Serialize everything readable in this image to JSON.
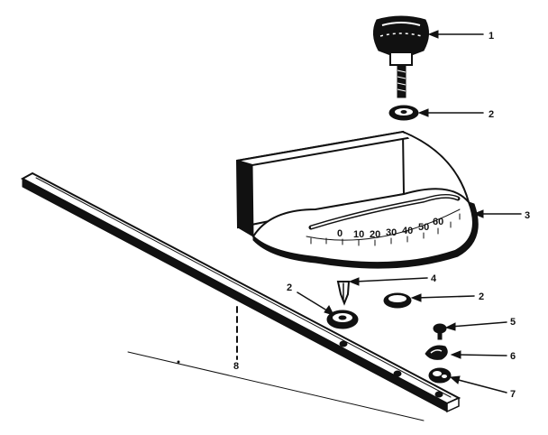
{
  "diagram": {
    "callouts": [
      {
        "id": "knob",
        "label": "1"
      },
      {
        "id": "washer-top",
        "label": "2"
      },
      {
        "id": "miter-gauge-body",
        "label": "3"
      },
      {
        "id": "pointer",
        "label": "4"
      },
      {
        "id": "washer-left",
        "label": "2"
      },
      {
        "id": "washer-right",
        "label": "2"
      },
      {
        "id": "screw",
        "label": "5"
      },
      {
        "id": "stop-block",
        "label": "6"
      },
      {
        "id": "clip-washer",
        "label": "7"
      },
      {
        "id": "bar",
        "label": "8"
      }
    ],
    "scale_numbers": [
      "0",
      "10",
      "20",
      "30",
      "40",
      "50",
      "60"
    ]
  }
}
